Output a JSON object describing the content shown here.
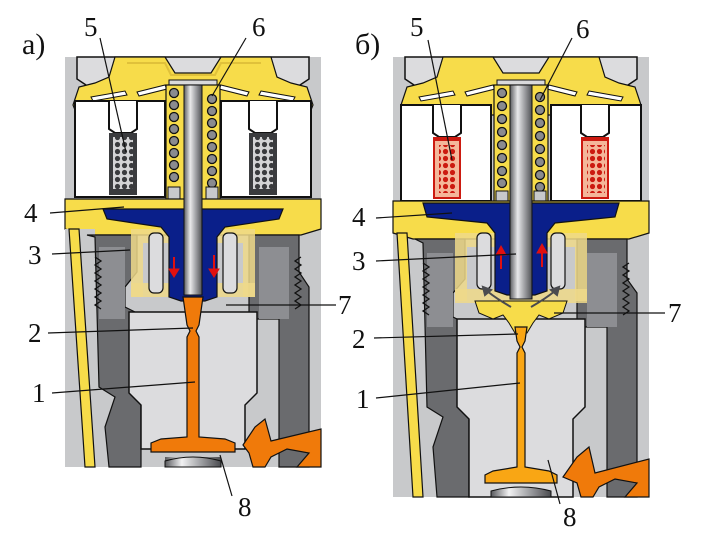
{
  "diagram": {
    "subject": "Injector control valve cross-section, two states",
    "colors": {
      "housing_gray": "#c8c9cb",
      "housing_light": "#dcdcde",
      "housing_dark": "#6a6b6e",
      "yellow": "#f7dc4a",
      "yellow_pale": "#efd98a",
      "blue": "#0a1f8a",
      "orange": "#f07a0a",
      "orange_light": "#f9a614",
      "coil_gray": "#cfcfd1",
      "coil_red": "#cc1a10",
      "coil_pink": "#f4b79a",
      "arrow_red": "#e01010",
      "outline": "#111111"
    },
    "panels": [
      {
        "id": "a",
        "label": "а)",
        "state": "closed",
        "flow_arrows": "down",
        "coil_energized": false,
        "callouts": [
          "5",
          "6",
          "4",
          "3",
          "7",
          "2",
          "1",
          "8"
        ]
      },
      {
        "id": "b",
        "label": "б)",
        "state": "open",
        "flow_arrows": "up",
        "coil_energized": true,
        "callouts": [
          "5",
          "6",
          "4",
          "3",
          "7",
          "2",
          "1",
          "8"
        ]
      }
    ]
  }
}
